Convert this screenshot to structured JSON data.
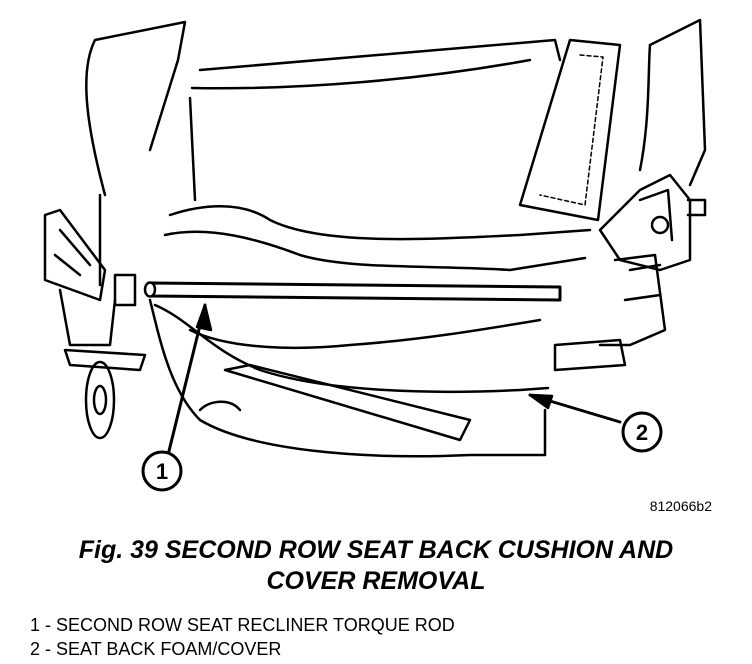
{
  "figure": {
    "image_id": "812066b2",
    "caption_line1": "Fig. 39 SECOND ROW SEAT BACK CUSHION AND",
    "caption_line2": "COVER REMOVAL"
  },
  "callouts": [
    {
      "number": "1"
    },
    {
      "number": "2"
    }
  ],
  "legend": [
    {
      "text": "1 - SECOND ROW SEAT RECLINER TORQUE ROD"
    },
    {
      "text": "2 - SEAT BACK FOAM/COVER"
    }
  ]
}
